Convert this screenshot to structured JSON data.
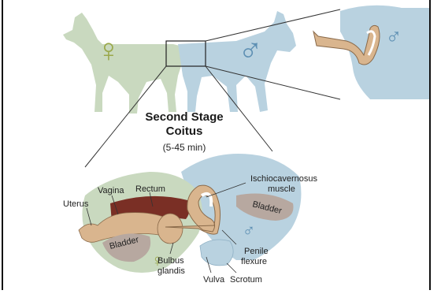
{
  "title": {
    "line1": "Second Stage",
    "line2": "Coitus",
    "duration": "(5-45 min)"
  },
  "symbols": {
    "female": "♀",
    "male": "♂"
  },
  "labels": {
    "uterus": "Uterus",
    "vagina": "Vagina",
    "rectum": "Rectum",
    "bladder_female": "Bladder",
    "bladder_male": "Bladder",
    "bulbus_line1": "Bulbus",
    "bulbus_line2": "glandis",
    "vulva": "Vulva",
    "scrotum": "Scrotum",
    "ischio_line1": "Ischiocavernosus",
    "ischio_line2": "muscle",
    "penile_line1": "Penile",
    "penile_line2": "flexure"
  },
  "colors": {
    "female_body": "#c9d9bf",
    "male_body": "#b9d2e0",
    "symbol_female": "#9aa84a",
    "symbol_male": "#5d8fb3",
    "rectum": "#7a2f25",
    "organ_tan": "#d9b58e",
    "bladder": "#b7a8a0",
    "text": "#222222",
    "title_text": "#1a1a1a"
  }
}
